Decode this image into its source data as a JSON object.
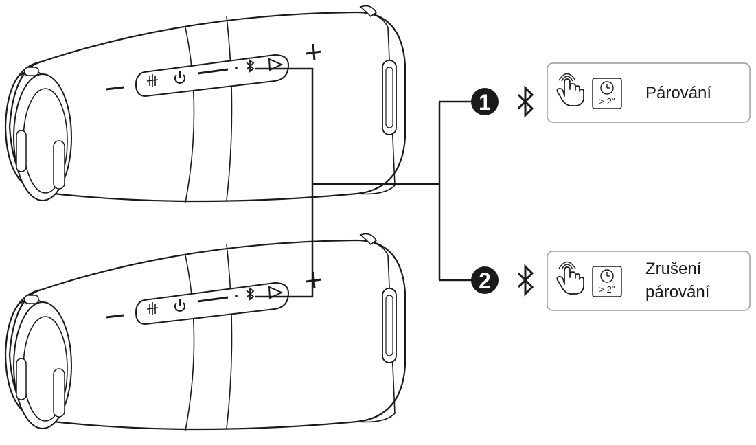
{
  "speakers": [
    {
      "name": "speaker-top",
      "buttons": [
        "bass-boost",
        "power",
        "bluetooth",
        "play-pause"
      ],
      "volume_minus_icon": "minus-icon",
      "volume_plus_icon": "plus-icon",
      "highlighted_button": "bluetooth"
    },
    {
      "name": "speaker-bottom",
      "buttons": [
        "bass-boost",
        "power",
        "bluetooth",
        "play-pause"
      ],
      "volume_minus_icon": "minus-icon",
      "volume_plus_icon": "plus-icon",
      "highlighted_button": "bluetooth"
    }
  ],
  "steps": [
    {
      "number": "1",
      "icons": [
        "bluetooth-icon",
        "press-hand-icon",
        "clock-icon"
      ],
      "duration": "> 2\"",
      "label_lines": [
        "Párování"
      ]
    },
    {
      "number": "2",
      "icons": [
        "bluetooth-icon",
        "press-hand-icon",
        "clock-icon"
      ],
      "duration": "> 2\"",
      "label_lines": [
        "Zrušení",
        "párování"
      ]
    }
  ],
  "colors": {
    "line": "#1a1a1a",
    "box_border": "#9a9a9a",
    "badge_fill": "#1a1a1a",
    "badge_text": "#ffffff"
  }
}
